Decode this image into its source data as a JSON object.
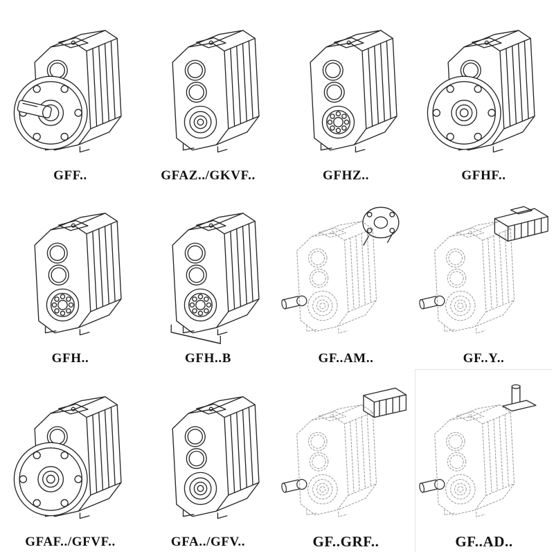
{
  "style": {
    "background": "#ffffff",
    "ink": "#262626",
    "ghost_ink": "#9a9a9a"
  },
  "catalog": {
    "items": [
      {
        "label": "GFF..",
        "drawing": "gearbox-flange-solid-shaft",
        "line_style": "solid"
      },
      {
        "label": "GFAZ../GKVF..",
        "drawing": "gearbox-hollow-shaft",
        "line_style": "solid"
      },
      {
        "label": "GFHZ..",
        "drawing": "gearbox-shrink-disc-bearing",
        "line_style": "solid"
      },
      {
        "label": "GFHF..",
        "drawing": "gearbox-flange-hollow-shaft",
        "line_style": "solid"
      },
      {
        "label": "GFH..",
        "drawing": "gearbox-foot-bearing",
        "line_style": "solid"
      },
      {
        "label": "GFH..B",
        "drawing": "gearbox-foot-bearing-base",
        "line_style": "solid"
      },
      {
        "label": "GF..AM..",
        "drawing": "gearbox-iec-adapter",
        "line_style": "dashed"
      },
      {
        "label": "GF..Y..",
        "drawing": "gearbox-with-motor",
        "line_style": "dashed"
      },
      {
        "label": "GFAF../GFVF..",
        "drawing": "gearbox-flange-hollow-shaft",
        "line_style": "solid"
      },
      {
        "label": "GFA../GFV..",
        "drawing": "gearbox-hollow-shaft",
        "line_style": "solid"
      },
      {
        "label": "GF..GRF..",
        "drawing": "gearbox-cover-box",
        "line_style": "dashed"
      },
      {
        "label": "GF..AD..",
        "drawing": "gearbox-input-shaft-up",
        "line_style": "dashed"
      }
    ]
  }
}
